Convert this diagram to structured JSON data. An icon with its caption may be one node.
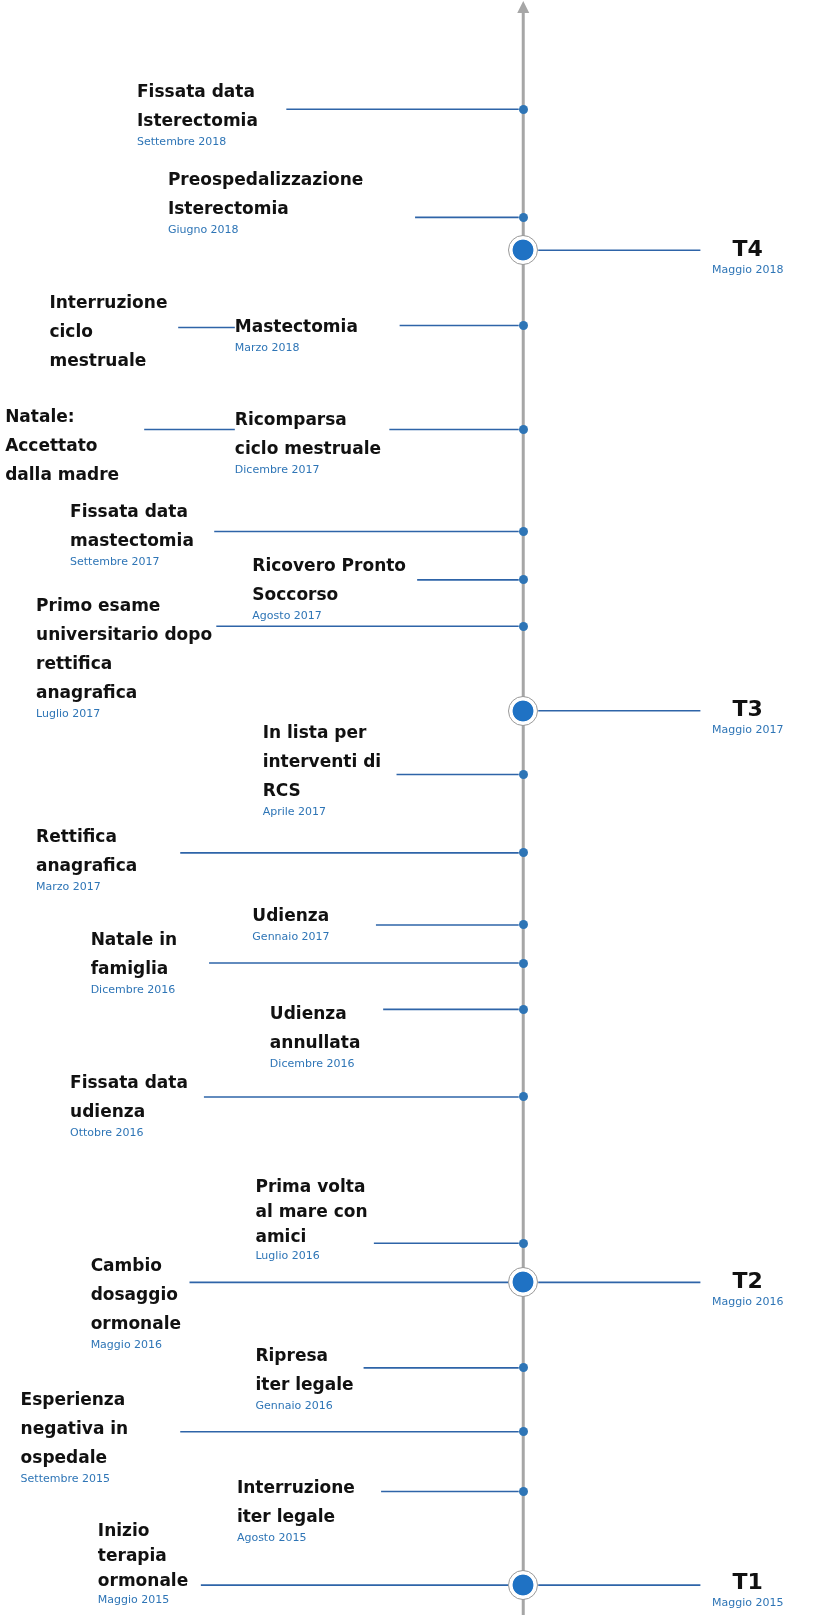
{
  "diagram": {
    "nodes": [
      {
        "text": [
          "Fissata data Isterectomia"
        ],
        "beside": [
          "Settembre 2018"
        ]
      },
      {
        "text": [],
        "shape": "circle"
      },
      {
        "text": [
          "Preospedalizzazione Isterectomia"
        ],
        "beside": [
          "Giugno 2018"
        ]
      },
      {
        "text": [],
        "shape": "circle"
      },
      {
        "text": [],
        "shape": "circle"
      },
      {
        "text": [
          "T4"
        ],
        "beside": [
          "Maggio 2018"
        ]
      },
      {
        "text": [
          "Interruzione ciclo mestruale"
        ]
      },
      {
        "text": [
          "Mastectomia"
        ],
        "beside": [
          "Marzo 2018"
        ]
      },
      {
        "text": [],
        "shape": "circle"
      },
      {
        "text": [
          "Natale: Accettato dalla madre"
        ]
      },
      {
        "text": [
          "Ricomparsa ciclo mestruale"
        ],
        "beside": [
          "Dicembre 2017"
        ]
      },
      {
        "text": [],
        "shape": "circle"
      },
      {
        "text": [
          "Fissata data mastectomia"
        ],
        "beside": [
          "Settembre 2017"
        ]
      },
      {
        "text": [],
        "shape": "circle"
      },
      {
        "text": [
          "Ricovero Pronto Soccorso"
        ],
        "beside": [
          "Agosto 2017"
        ]
      },
      {
        "text": [],
        "shape": "circle"
      },
      {
        "text": [
          "Primo esame universitario dopo rettifica anagrafica"
        ],
        "beside": [
          "Luglio 2017"
        ]
      },
      {
        "text": [],
        "shape": "circle"
      },
      {
        "text": [],
        "shape": "circle"
      },
      {
        "text": [
          "T3"
        ],
        "beside": [
          "Maggio 2017"
        ]
      },
      {
        "text": [
          "In lista per interventi di RCS"
        ],
        "beside": [
          "Aprile 2017"
        ]
      },
      {
        "text": [],
        "shape": "circle"
      },
      {
        "text": [
          "Rettifica anagrafica"
        ],
        "beside": [
          "Marzo 2017"
        ]
      },
      {
        "text": [],
        "shape": "circle"
      },
      {
        "text": [
          "Udienza"
        ],
        "beside": [
          "Gennaio 2017"
        ]
      },
      {
        "text": [],
        "shape": "circle"
      },
      {
        "text": [
          "Natale in famiglia"
        ],
        "beside": [
          "Dicembre 2016"
        ]
      },
      {
        "text": [],
        "shape": "circle"
      },
      {
        "text": [
          "Udienza annullata"
        ],
        "beside": [
          "Dicembre 2016"
        ]
      },
      {
        "text": [],
        "shape": "circle"
      },
      {
        "text": [
          "Fissata data udienza"
        ],
        "beside": [
          "Ottobre 2016"
        ]
      },
      {
        "text": [],
        "shape": "circle"
      },
      {
        "text": [
          "Prima volta al mare con amici"
        ],
        "beside": [
          "Luglio 2016"
        ]
      },
      {
        "text": [],
        "shape": "circle"
      },
      {
        "text": [
          "Cambio dosaggio ormonale"
        ],
        "beside": [
          "Maggio 2016"
        ]
      },
      {
        "text": [],
        "shape": "circle"
      },
      {
        "text": [
          "T2"
        ],
        "beside": [
          "Maggio 2016"
        ]
      },
      {
        "text": [
          "Ripresa iter legale"
        ],
        "beside": [
          "Gennaio 2016"
        ]
      },
      {
        "text": [],
        "shape": "circle"
      },
      {
        "text": [
          "Esperienza negativa in ospedale"
        ],
        "beside": [
          "Settembre 2015"
        ]
      },
      {
        "text": [],
        "shape": "circle"
      },
      {
        "text": [
          "Interruzione iter legale"
        ],
        "beside": [
          "Agosto 2015"
        ]
      },
      {
        "text": [],
        "shape": "circle"
      },
      {
        "text": [
          "Inizio terapia ormonale"
        ],
        "beside": [
          "Maggio 2015"
        ]
      },
      {
        "text": [],
        "shape": "circle"
      },
      {
        "text": [
          "T1"
        ],
        "beside": [
          "Maggio 2015"
        ]
      }
    ],
    "edges": [
      {
        "from": 0,
        "to": 1,
        "arrow": "none"
      },
      {
        "from": 2,
        "to": 3,
        "arrow": "none"
      },
      {
        "from": 4,
        "to": 5,
        "arrow": "none"
      },
      {
        "from": 6,
        "to": 7,
        "arrow": "none"
      },
      {
        "from": 7,
        "to": 8,
        "arrow": "none"
      },
      {
        "from": 9,
        "to": 10,
        "arrow": "none"
      },
      {
        "from": 10,
        "to": 11,
        "arrow": "none"
      },
      {
        "from": 12,
        "to": 13,
        "arrow": "none"
      },
      {
        "from": 14,
        "to": 15,
        "arrow": "none"
      },
      {
        "from": 16,
        "to": 17,
        "arrow": "none"
      },
      {
        "from": 18,
        "to": 19,
        "arrow": "none"
      },
      {
        "from": 20,
        "to": 21,
        "arrow": "none"
      },
      {
        "from": 22,
        "to": 23,
        "arrow": "none"
      },
      {
        "from": 24,
        "to": 25,
        "arrow": "none"
      },
      {
        "from": 26,
        "to": 27,
        "arrow": "none"
      },
      {
        "from": 28,
        "to": 29,
        "arrow": "none"
      },
      {
        "from": 30,
        "to": 31,
        "arrow": "none"
      },
      {
        "from": 32,
        "to": 33,
        "arrow": "none"
      },
      {
        "from": 34,
        "to": 35,
        "arrow": "none"
      },
      {
        "from": 35,
        "to": 36,
        "arrow": "none"
      },
      {
        "from": 37,
        "to": 38,
        "arrow": "none"
      },
      {
        "from": 39,
        "to": 40,
        "arrow": "none"
      },
      {
        "from": 41,
        "to": 42,
        "arrow": "none"
      },
      {
        "from": 43,
        "to": 44,
        "arrow": "none"
      },
      {
        "from": 44,
        "to": 45,
        "arrow": "none"
      }
    ]
  }
}
